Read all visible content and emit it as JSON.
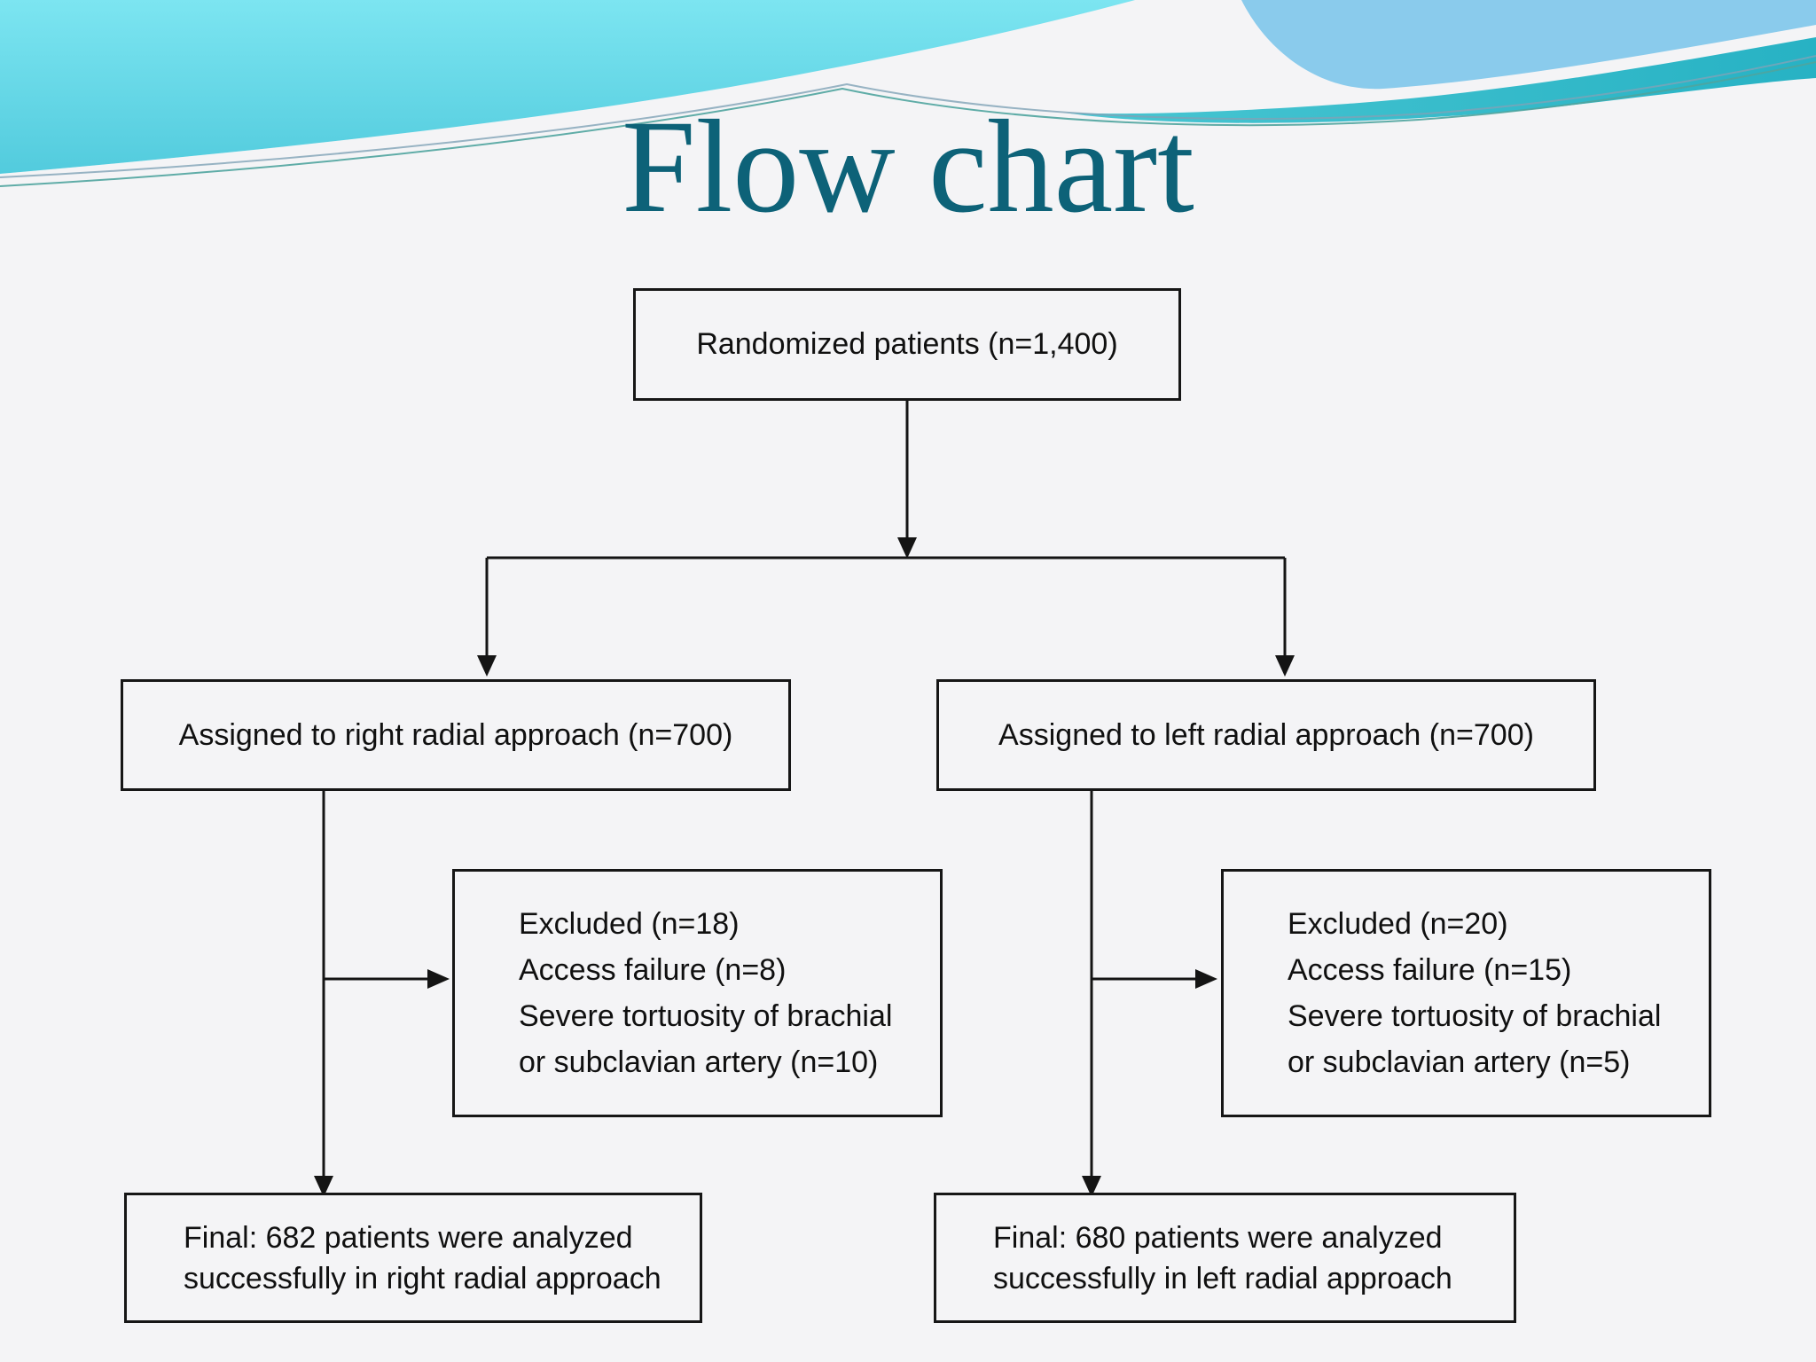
{
  "slide": {
    "title": "Flow chart"
  },
  "flowchart": {
    "randomized": {
      "label": "Randomized patients (n=1,400)"
    },
    "right_arm": {
      "assign_label": "Assigned to right radial approach (n=700)",
      "excluded_lines": [
        "Excluded (n=18)",
        "Access failure (n=8)",
        "Severe tortuosity of brachial",
        "or subclavian artery (n=10)"
      ],
      "final_lines": [
        "Final: 682 patients were analyzed",
        "successfully in right radial approach"
      ]
    },
    "left_arm": {
      "assign_label": "Assigned to left radial approach (n=700)",
      "excluded_lines": [
        "Excluded (n=20)",
        "Access failure (n=15)",
        "Severe tortuosity of brachial",
        "or subclavian artery (n=5)"
      ],
      "final_lines": [
        "Final: 680 patients were analyzed",
        "successfully in left radial approach"
      ]
    }
  },
  "colors": {
    "title_text": "#0d6278",
    "sky_cyan": "#74e1ee",
    "sky_blue": "#8acbec",
    "wave_teal": "#30bac9",
    "box_border": "#161616",
    "box_text": "#101010",
    "slide_background": "#f4f4f6"
  }
}
